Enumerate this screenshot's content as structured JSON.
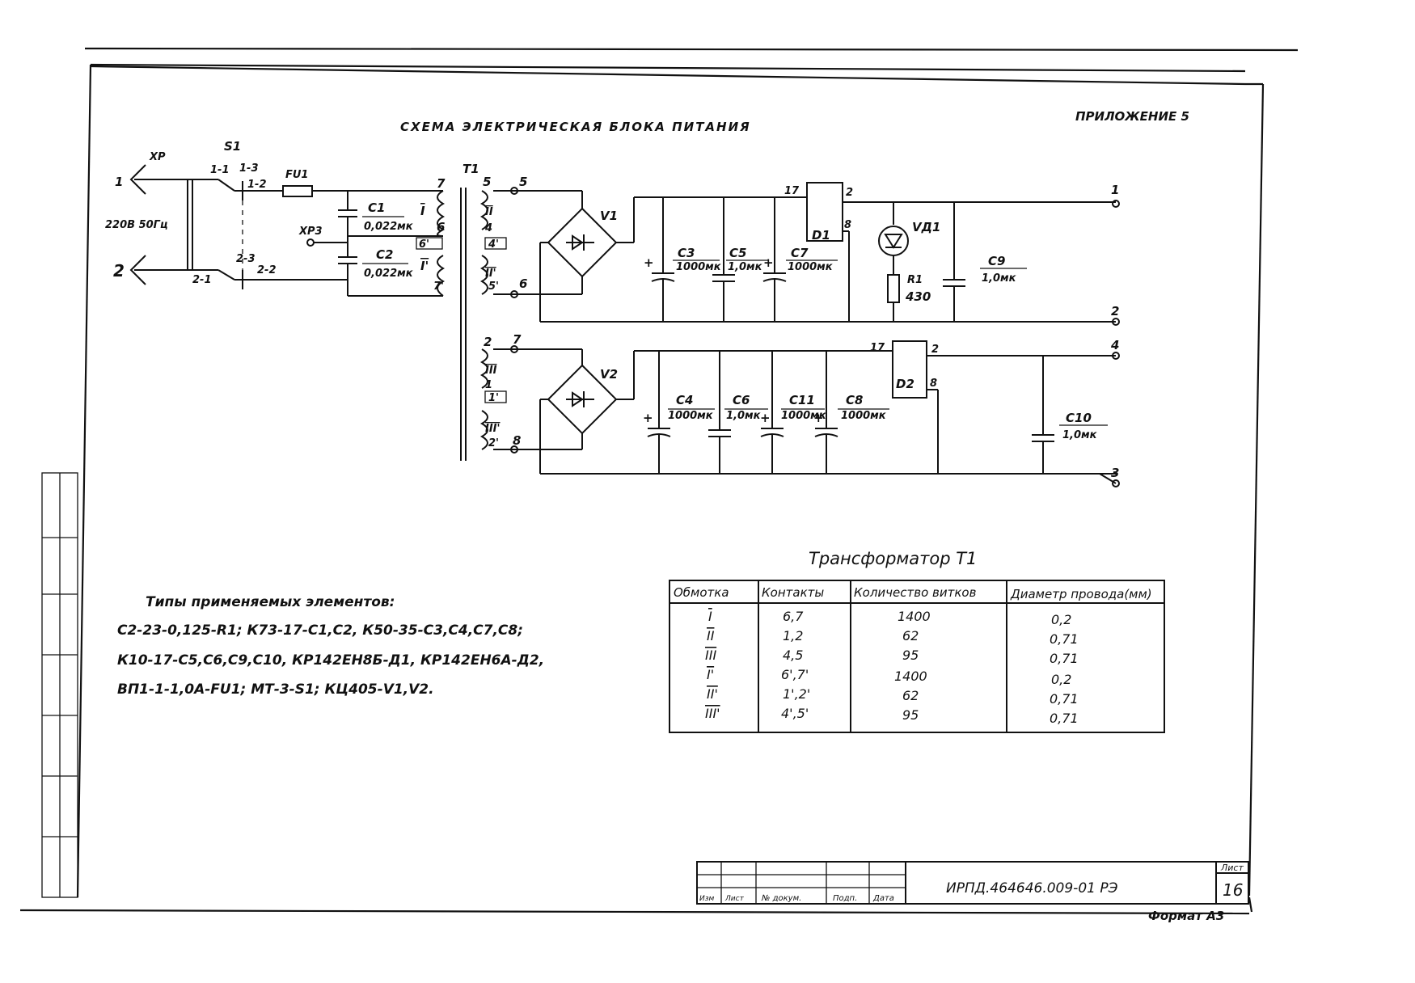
{
  "header": {
    "title": "СХЕМА ЭЛЕКТРИЧЕСКАЯ БЛОКА ПИТАНИЯ",
    "appendix": "ПРИЛОЖЕНИЕ 5"
  },
  "schematic": {
    "plug": "XP",
    "mains": "220В 50Гц",
    "pin1": "1",
    "pin2": "2",
    "switch": "S1",
    "sw_1_1": "1-1",
    "sw_1_3": "1-3",
    "sw_1_2": "1-2",
    "sw_2_1": "2-1",
    "sw_2_3": "2-3",
    "sw_2_2": "2-2",
    "fuse": "FU1",
    "xp3": "XP3",
    "c1_name": "C1",
    "c1_val": "0,022мк",
    "c2_name": "C2",
    "c2_val": "0,022мк",
    "transformer": "T1",
    "w_I": "I",
    "w_I2": "I'",
    "w_II": "II",
    "w_II2": "II'",
    "w_III": "III",
    "w_III2": "III'",
    "t_7": "7",
    "t_6": "6",
    "t_6p": "6'",
    "t_7p": "7'",
    "t_5": "5",
    "t_4": "4",
    "t_4p": "4'",
    "t_5p": "5'",
    "t_2": "2",
    "t_1": "1",
    "t_1p": "1'",
    "t_2p": "2'",
    "n_5": "5",
    "n_6": "6",
    "n_7": "7",
    "n_8": "8",
    "v1": "V1",
    "v2": "V2",
    "c3_name": "C3",
    "c3_val": "1000мк",
    "c5_name": "C5",
    "c5_val": "1,0мк",
    "c7_name": "C7",
    "c7_val": "1000мк",
    "c4_name": "C4",
    "c4_val": "1000мк",
    "c6_name": "C6",
    "c6_val": "1,0мк",
    "c11_name": "C11",
    "c11_val": "1000мк",
    "c8_name": "C8",
    "c8_val": "1000мк",
    "d1": "D1",
    "d2": "D2",
    "d1_p17": "17",
    "d1_p2": "2",
    "d1_p8": "8",
    "d2_p17": "17",
    "d2_p2": "2",
    "d2_p8": "8",
    "vd1": "VД1",
    "r1_name": "R1",
    "r1_val": "430",
    "c9_name": "C9",
    "c9_val": "1,0мк",
    "c10_name": "C10",
    "c10_val": "1,0мк",
    "out1": "1",
    "out2": "2",
    "out3": "3",
    "out4": "4",
    "plus": "+"
  },
  "notes": {
    "heading": "Типы применяемых элементов:",
    "line1": "С2-23-0,125-R1;  К73-17-С1,С2, К50-35-С3,С4,С7,С8;",
    "line2": "К10-17-С5,С6,С9,С10,  КР142ЕН8Б-Д1, КР142ЕН6А-Д2,",
    "line3": "ВП1-1-1,0А-FU1;  МТ-3-S1;  КЦ405-V1,V2."
  },
  "transformer_table": {
    "title": "Трансформатор  Т1",
    "headers": [
      "Обмотка",
      "Контакты",
      "Количество витков",
      "Диаметр провода(мм)"
    ],
    "rows": [
      [
        "I",
        "6,7",
        "1400",
        "0,2"
      ],
      [
        "II",
        "1,2",
        "62",
        "0,71"
      ],
      [
        "III",
        "4,5",
        "95",
        "0,71"
      ],
      [
        "I'",
        "6',7'",
        "1400",
        "0,2"
      ],
      [
        "II'",
        "1',2'",
        "62",
        "0,71"
      ],
      [
        "III'",
        "4',5'",
        "95",
        "0,71"
      ]
    ]
  },
  "title_block": {
    "col_izm": "Изм",
    "col_list": "Лист",
    "col_doc": "№ докум.",
    "col_podp": "Подп.",
    "col_data": "Дата",
    "designation": "ИРПД.464646.009-01 РЭ",
    "sheet_label": "Лист",
    "sheet_no": "16",
    "format": "Формат А3"
  }
}
